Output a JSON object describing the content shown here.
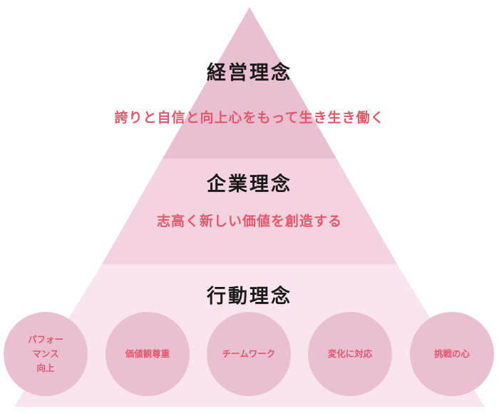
{
  "colors": {
    "tier1_fill": "#ebbfd2",
    "tier2_fill": "#f3d3e0",
    "tier3_fill": "#f9e5ed",
    "circle_fill": "#ebbfd2",
    "title_color": "#1a1a1a",
    "accent_text": "#e2576c"
  },
  "tiers": [
    {
      "title": "経営理念",
      "text": "誇りと自信と向上心をもって生き生き働く"
    },
    {
      "title": "企業理念",
      "text": "志高く新しい価値を創造する"
    },
    {
      "title": "行動理念"
    }
  ],
  "circles": [
    {
      "line1": "パフォーマンス",
      "line2": "向上"
    },
    {
      "line1": "価値観尊重"
    },
    {
      "line1": "チームワーク"
    },
    {
      "line1": "変化に対応"
    },
    {
      "line1": "挑戦の心"
    }
  ]
}
